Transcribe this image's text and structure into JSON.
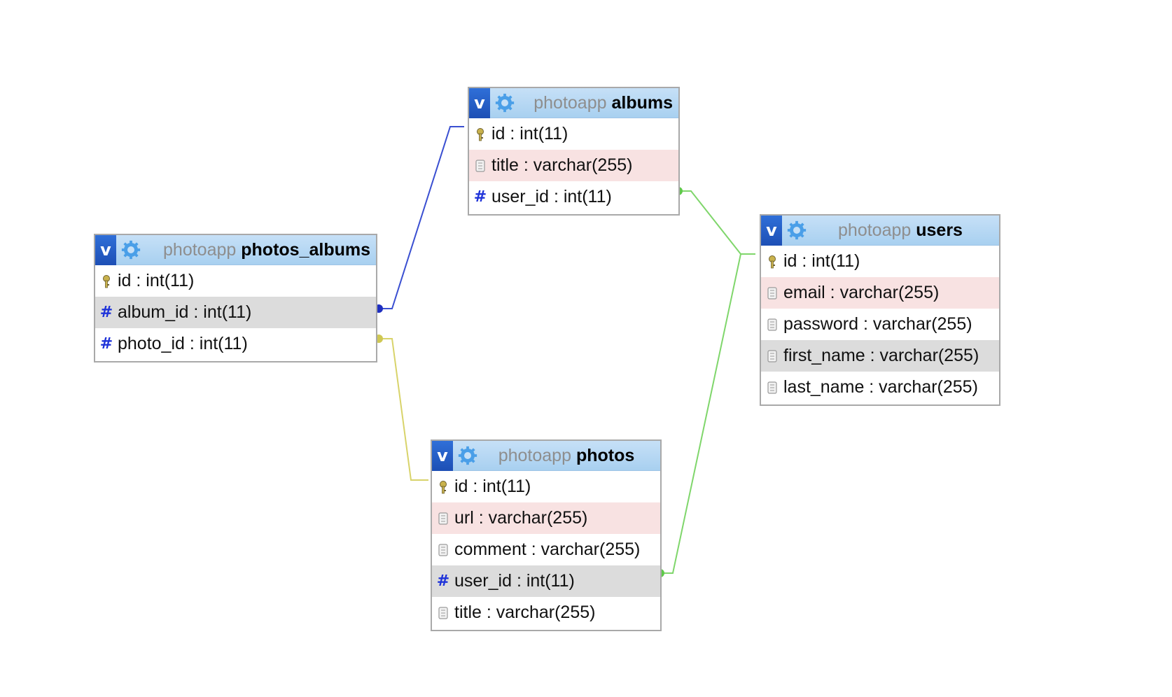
{
  "diagram": {
    "tables": [
      {
        "key": "photos_albums",
        "database": "photoapp",
        "name": "photos_albums",
        "toggle_label": "v",
        "columns": [
          {
            "text": "id : int(11)",
            "icon": "key-icon",
            "highlight": "none"
          },
          {
            "text": "album_id : int(11)",
            "icon": "hash-icon",
            "highlight": "grey"
          },
          {
            "text": "photo_id : int(11)",
            "icon": "hash-icon",
            "highlight": "none"
          }
        ]
      },
      {
        "key": "albums",
        "database": "photoapp",
        "name": "albums",
        "toggle_label": "v",
        "columns": [
          {
            "text": "id : int(11)",
            "icon": "key-icon",
            "highlight": "none"
          },
          {
            "text": "title : varchar(255)",
            "icon": "text-field-icon",
            "highlight": "pink"
          },
          {
            "text": "user_id : int(11)",
            "icon": "hash-icon",
            "highlight": "none"
          }
        ]
      },
      {
        "key": "users",
        "database": "photoapp",
        "name": "users",
        "toggle_label": "v",
        "columns": [
          {
            "text": "id : int(11)",
            "icon": "key-icon",
            "highlight": "none"
          },
          {
            "text": "email : varchar(255)",
            "icon": "text-field-icon",
            "highlight": "pink"
          },
          {
            "text": "password : varchar(255)",
            "icon": "text-field-icon",
            "highlight": "none"
          },
          {
            "text": "first_name : varchar(255)",
            "icon": "text-field-icon",
            "highlight": "grey"
          },
          {
            "text": "last_name : varchar(255)",
            "icon": "text-field-icon",
            "highlight": "none"
          }
        ]
      },
      {
        "key": "photos",
        "database": "photoapp",
        "name": "photos",
        "toggle_label": "v",
        "columns": [
          {
            "text": "id : int(11)",
            "icon": "key-icon",
            "highlight": "none"
          },
          {
            "text": "url : varchar(255)",
            "icon": "text-field-icon",
            "highlight": "pink"
          },
          {
            "text": "comment : varchar(255)",
            "icon": "text-field-icon",
            "highlight": "none"
          },
          {
            "text": "user_id : int(11)",
            "icon": "hash-icon",
            "highlight": "grey"
          },
          {
            "text": "title : varchar(255)",
            "icon": "text-field-icon",
            "highlight": "none"
          }
        ]
      }
    ],
    "relations": [
      {
        "from": "photos_albums.album_id",
        "to": "albums.id",
        "color": "#3a4fd1"
      },
      {
        "from": "photos_albums.photo_id",
        "to": "photos.id",
        "color": "#d8d36a"
      },
      {
        "from": "albums.user_id",
        "to": "users.id",
        "color": "#7fd66b"
      },
      {
        "from": "photos.user_id",
        "to": "users.id",
        "color": "#7fd66b"
      }
    ]
  },
  "colors": {
    "header_bg": "#a8d0f0",
    "toggle_bg": "#1d4fb5",
    "highlight_pink": "#f8e2e2",
    "highlight_grey": "#dcdcdc",
    "hash_icon": "#1f33d9",
    "gear_icon": "#4a9fe8"
  }
}
